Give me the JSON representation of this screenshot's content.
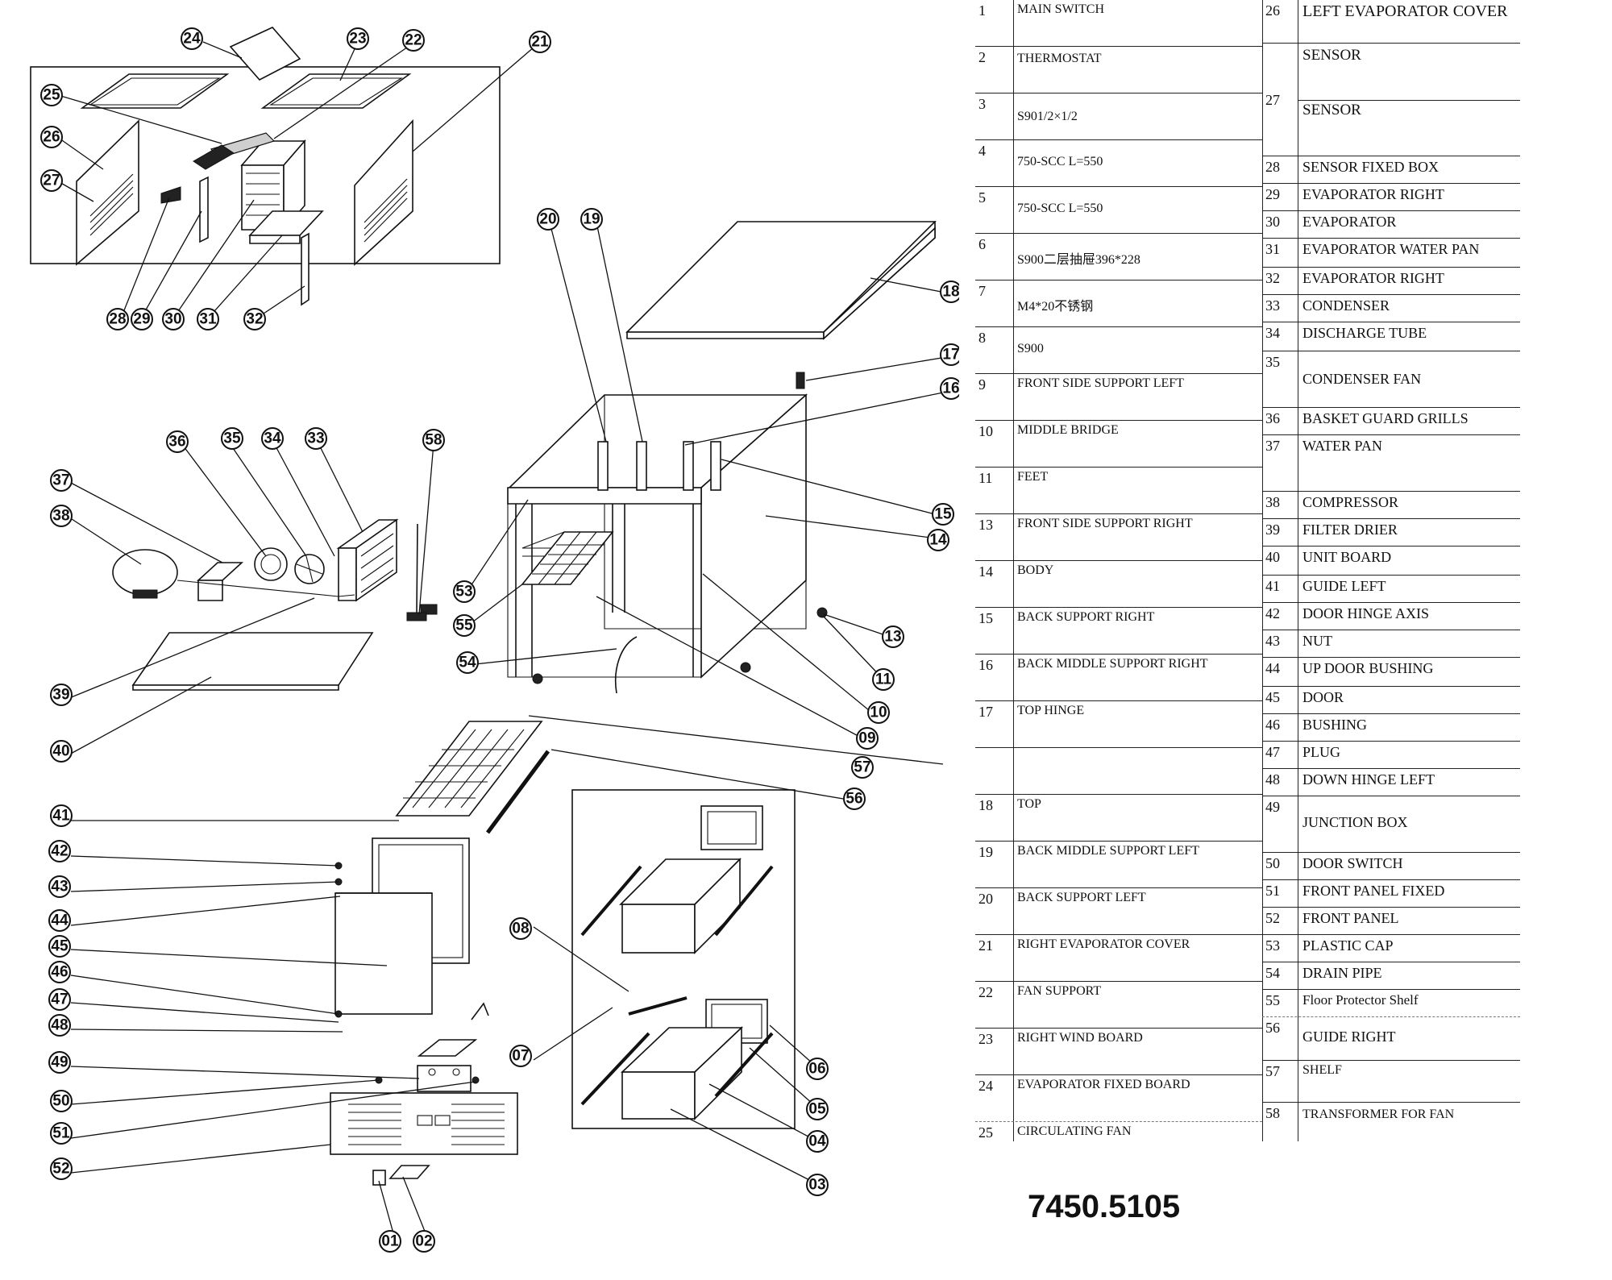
{
  "model_number": "7450.5105",
  "callouts": [
    "01",
    "02",
    "03",
    "04",
    "05",
    "06",
    "07",
    "08",
    "09",
    "10",
    "11",
    "13",
    "14",
    "15",
    "16",
    "17",
    "18",
    "19",
    "20",
    "21",
    "22",
    "23",
    "24",
    "25",
    "26",
    "27",
    "28",
    "29",
    "30",
    "31",
    "32",
    "33",
    "34",
    "35",
    "36",
    "37",
    "38",
    "39",
    "40",
    "41",
    "42",
    "43",
    "44",
    "45",
    "46",
    "47",
    "48",
    "49",
    "50",
    "51",
    "52",
    "53",
    "54",
    "55",
    "56",
    "57",
    "58"
  ],
  "parts_left": [
    {
      "no": "1",
      "name": "MAIN SWITCH"
    },
    {
      "no": "2",
      "name": "THERMOSTAT"
    },
    {
      "no": "3",
      "name": "S901/2×1/2"
    },
    {
      "no": "4",
      "name": "750-SCC L=550"
    },
    {
      "no": "5",
      "name": "750-SCC L=550"
    },
    {
      "no": "6",
      "name": "S900二层抽屉396*228"
    },
    {
      "no": "7",
      "name": "M4*20不锈钢"
    },
    {
      "no": "8",
      "name": "S900"
    },
    {
      "no": "9",
      "name": "FRONT SIDE SUPPORT LEFT"
    },
    {
      "no": "10",
      "name": "MIDDLE BRIDGE"
    },
    {
      "no": "11",
      "name": "FEET"
    },
    {
      "no": "13",
      "name": "FRONT SIDE SUPPORT RIGHT"
    },
    {
      "no": "14",
      "name": "BODY"
    },
    {
      "no": "15",
      "name": "BACK SUPPORT RIGHT"
    },
    {
      "no": "16",
      "name": "BACK MIDDLE SUPPORT RIGHT"
    },
    {
      "no": "17",
      "name": "TOP HINGE"
    },
    {
      "no": "",
      "name": ""
    },
    {
      "no": "18",
      "name": "TOP"
    },
    {
      "no": "19",
      "name": "BACK MIDDLE SUPPORT LEFT"
    },
    {
      "no": "20",
      "name": "BACK SUPPORT LEFT"
    },
    {
      "no": "21",
      "name": "RIGHT EVAPORATOR COVER"
    },
    {
      "no": "22",
      "name": "FAN SUPPORT"
    },
    {
      "no": "23",
      "name": "RIGHT WIND BOARD"
    },
    {
      "no": "24",
      "name": "EVAPORATOR FIXED BOARD"
    },
    {
      "no": "25",
      "name": "CIRCULATING FAN"
    }
  ],
  "parts_right": [
    {
      "no": "26",
      "name": "LEFT EVAPORATOR COVER"
    },
    {
      "no": "27",
      "name": "SENSOR",
      "name2": "SENSOR"
    },
    {
      "no": "28",
      "name": "SENSOR FIXED BOX"
    },
    {
      "no": "29",
      "name": "EVAPORATOR RIGHT"
    },
    {
      "no": "30",
      "name": "EVAPORATOR"
    },
    {
      "no": "31",
      "name": "EVAPORATOR WATER PAN"
    },
    {
      "no": "32",
      "name": "EVAPORATOR RIGHT"
    },
    {
      "no": "33",
      "name": "CONDENSER"
    },
    {
      "no": "34",
      "name": "DISCHARGE TUBE"
    },
    {
      "no": "35",
      "name": "CONDENSER FAN"
    },
    {
      "no": "36",
      "name": "BASKET GUARD GRILLS"
    },
    {
      "no": "37",
      "name": "WATER PAN"
    },
    {
      "no": "38",
      "name": "COMPRESSOR"
    },
    {
      "no": "39",
      "name": "FILTER DRIER"
    },
    {
      "no": "40",
      "name": "UNIT BOARD"
    },
    {
      "no": "41",
      "name": "GUIDE LEFT"
    },
    {
      "no": "42",
      "name": "DOOR HINGE AXIS"
    },
    {
      "no": "43",
      "name": "NUT"
    },
    {
      "no": "44",
      "name": "UP DOOR BUSHING"
    },
    {
      "no": "45",
      "name": "DOOR"
    },
    {
      "no": "46",
      "name": "BUSHING"
    },
    {
      "no": "47",
      "name": "PLUG"
    },
    {
      "no": "48",
      "name": "DOWN HINGE LEFT"
    },
    {
      "no": "49",
      "name": "JUNCTION BOX"
    },
    {
      "no": "50",
      "name": "DOOR SWITCH"
    },
    {
      "no": "51",
      "name": "FRONT PANEL FIXED"
    },
    {
      "no": "52",
      "name": "FRONT PANEL"
    },
    {
      "no": "53",
      "name": "PLASTIC CAP"
    },
    {
      "no": "54",
      "name": "DRAIN PIPE"
    },
    {
      "no": "55",
      "name": "Floor Protector Shelf"
    },
    {
      "no": "56",
      "name": "GUIDE RIGHT"
    },
    {
      "no": "57",
      "name": "SHELF"
    },
    {
      "no": "58",
      "name": "TRANSFORMER FOR  FAN"
    }
  ]
}
